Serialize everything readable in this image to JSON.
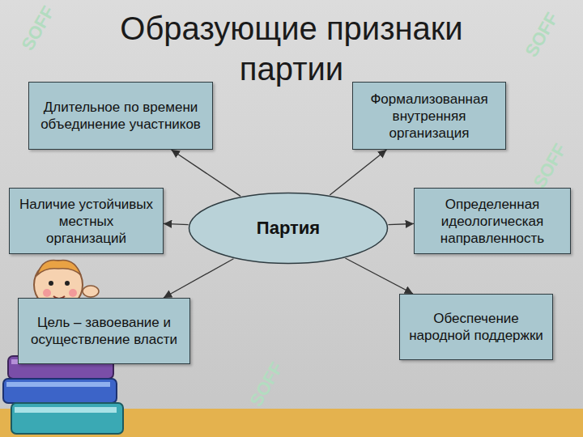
{
  "diagram": {
    "title": "Образующие признаки партии",
    "nodes": [
      {
        "text": [
          "Длительное по времени объединение участников"
        ]
      },
      {
        "text": [
          "Формализованная внутренняя организация"
        ]
      },
      {
        "text": [
          "Наличие устойчивых местных организаций"
        ]
      },
      {
        "text": [
          "Партия"
        ]
      },
      {
        "text": [
          "Определенная идеологическая направленность"
        ]
      },
      {
        "text": [
          "Цель – завоевание и осуществление власти"
        ]
      },
      {
        "text": [
          "Обеспечение народной поддержки"
        ]
      }
    ],
    "edges": [
      {
        "from": 3,
        "to": 0,
        "arrow": "to"
      },
      {
        "from": 3,
        "to": 1,
        "arrow": "to"
      },
      {
        "from": 3,
        "to": 2,
        "arrow": "to"
      },
      {
        "from": 3,
        "to": 4,
        "arrow": "to"
      },
      {
        "from": 3,
        "to": 5,
        "arrow": "to"
      },
      {
        "from": 3,
        "to": 6,
        "arrow": "to"
      }
    ],
    "labels": [
      "SOFF",
      "SOFF",
      "SOFF",
      "SOFF"
    ]
  }
}
